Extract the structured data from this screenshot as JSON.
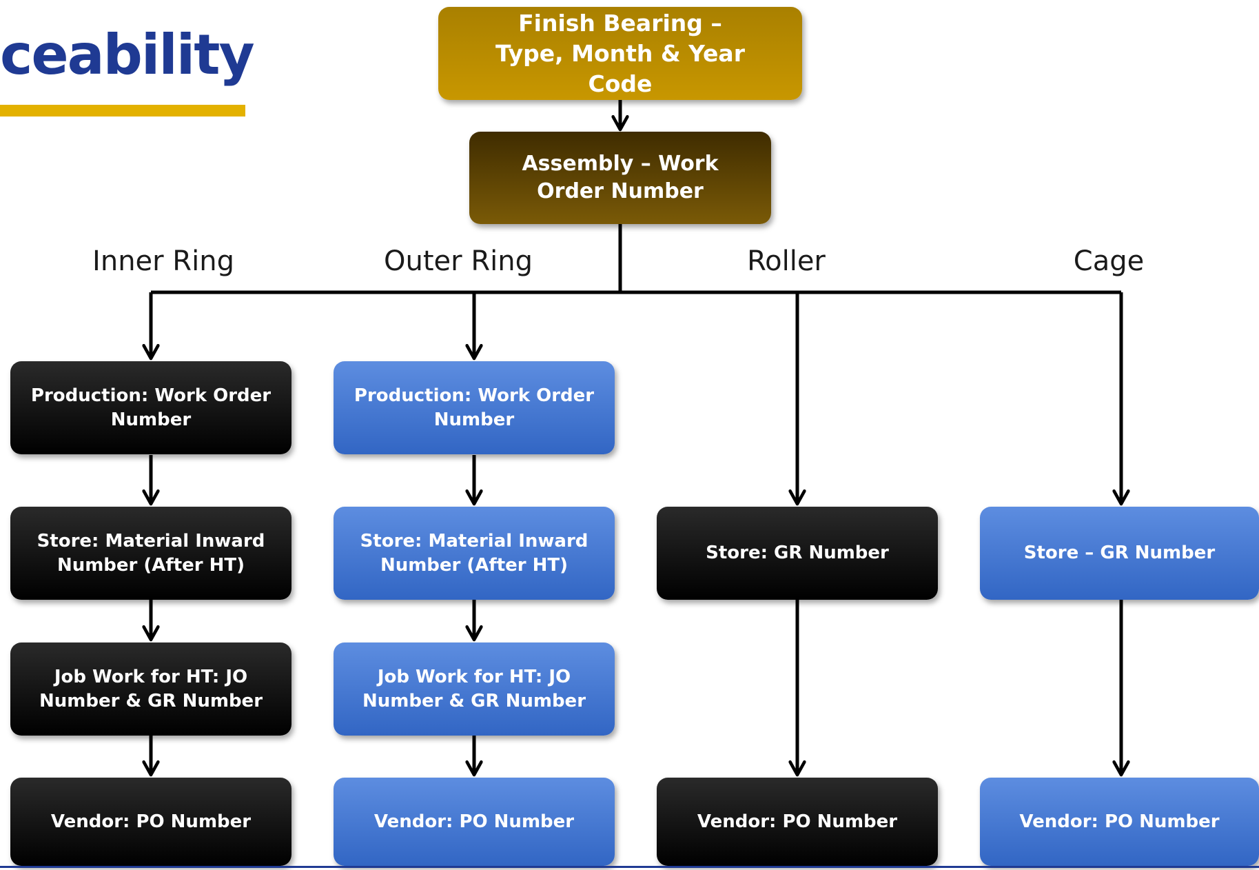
{
  "title": "ceability",
  "boxes": {
    "finish_bearing": "Finish Bearing – Type, Month & Year  Code",
    "assembly": "Assembly – Work Order Number"
  },
  "branches": [
    {
      "label": "Inner Ring",
      "color": "black",
      "boxes": [
        "Production: Work Order Number",
        "Store: Material Inward Number  (After HT)",
        "Job Work for HT: JO Number & GR Number",
        "Vendor: PO Number"
      ]
    },
    {
      "label": "Outer Ring",
      "color": "blue",
      "boxes": [
        "Production: Work Order Number",
        "Store: Material Inward Number  (After HT)",
        "Job Work for HT: JO Number & GR Number",
        "Vendor: PO Number"
      ]
    },
    {
      "label": "Roller",
      "color": "black",
      "boxes": [
        "Store: GR Number",
        "Vendor: PO Number"
      ]
    },
    {
      "label": "Cage",
      "color": "blue",
      "boxes": [
        "Store – GR Number",
        "Vendor: PO Number"
      ]
    }
  ],
  "colors": {
    "gold": "#c89700",
    "brown": "#5a4104",
    "black": "#000000",
    "blue": "#3f74d0",
    "title": "#1f3a93",
    "accent_bar": "#e3b100"
  }
}
